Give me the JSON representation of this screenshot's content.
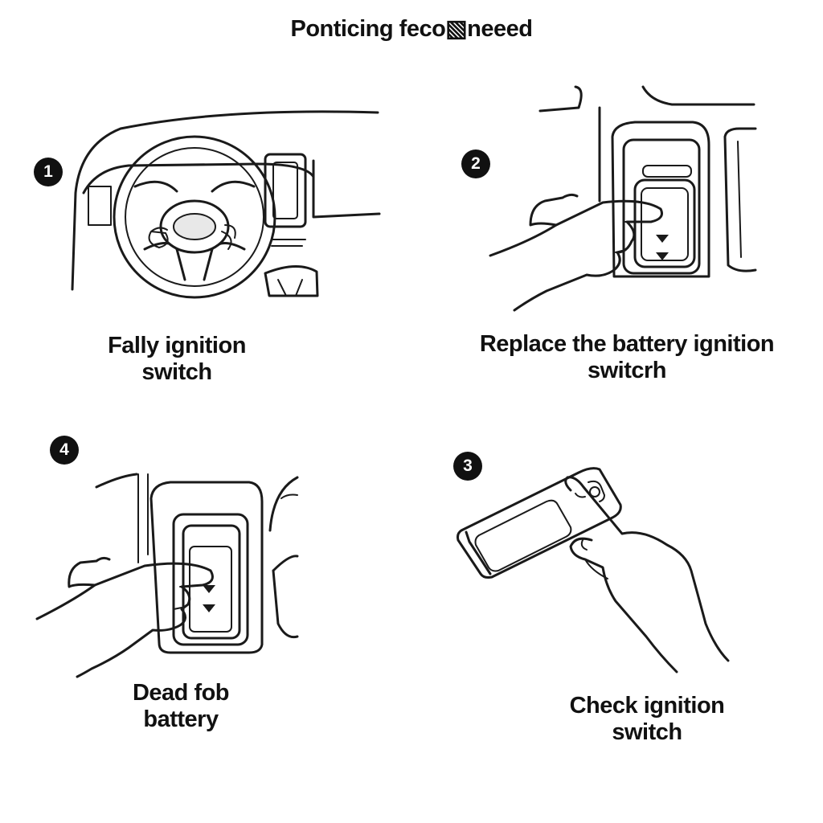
{
  "title": "Ponticing feco▧neeed",
  "steps": [
    {
      "number": "1",
      "caption_line1": "Fally ignition",
      "caption_line2": "switch",
      "illustration": "steering-wheel-dashboard"
    },
    {
      "number": "2",
      "caption_line1": "Replace the battery ignition",
      "caption_line2": "switcrh",
      "illustration": "hand-pressing-ignition-switch"
    },
    {
      "number": "4",
      "caption_line1": "Dead fob",
      "caption_line2": "battery",
      "illustration": "hand-pressing-ignition-switch"
    },
    {
      "number": "3",
      "caption_line1": "Check  ignition",
      "caption_line2": "switch",
      "illustration": "hand-holding-key-fob"
    }
  ],
  "colors": {
    "ink": "#1a1a1a",
    "background": "#ffffff"
  }
}
